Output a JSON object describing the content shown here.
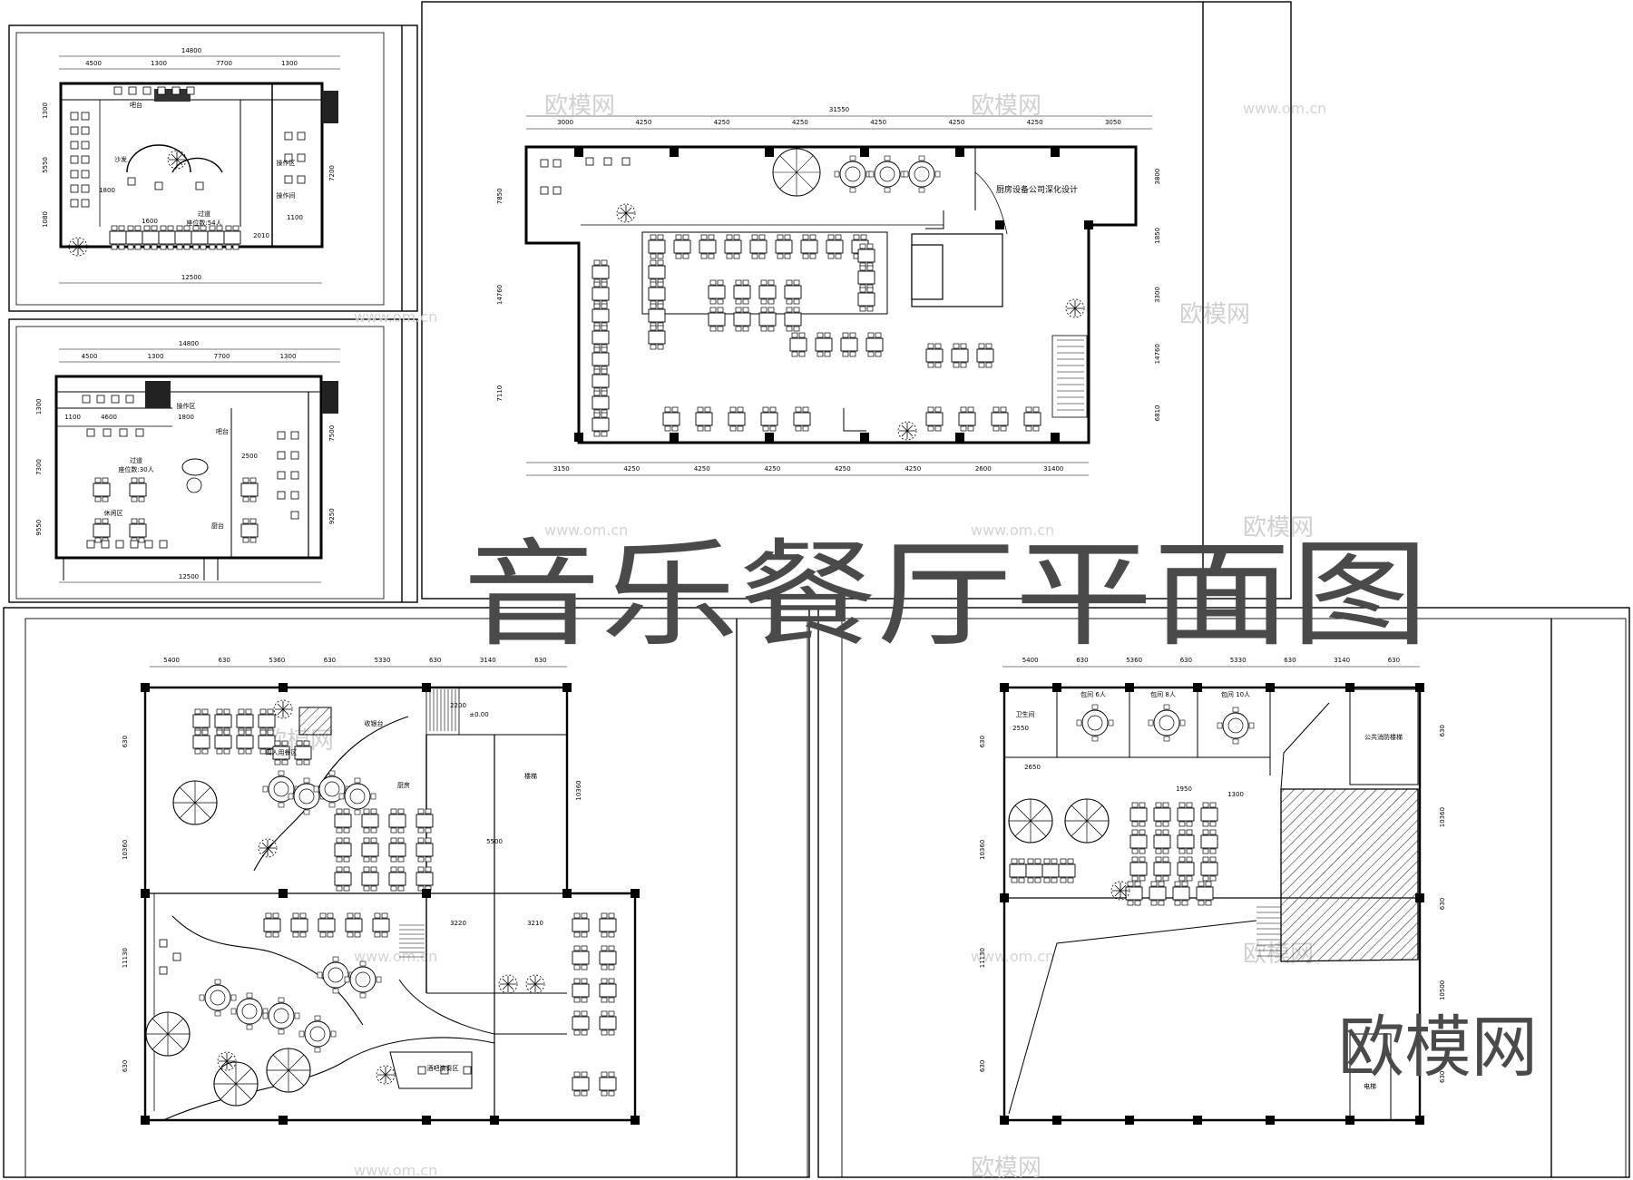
{
  "title": "音乐餐厅平面图",
  "logo_text": "欧模网",
  "watermark": {
    "brand": "欧模网",
    "url": "www.om.cn"
  },
  "sheet1": {
    "dims_top": [
      "14800",
      "4500",
      "1300",
      "7700",
      "1300"
    ],
    "dims_bottom": [
      "12500"
    ],
    "dims_left": [
      "1300",
      "5550",
      "1080"
    ],
    "dims_right": [
      "7200"
    ],
    "labels": [
      "吧台",
      "操作区",
      "沙发",
      "过道",
      "座位数:54人",
      "操作间",
      "1800",
      "1600",
      "1100",
      "2010"
    ]
  },
  "sheet2": {
    "dims_top": [
      "14800",
      "4500",
      "1300",
      "7700",
      "1300"
    ],
    "dims_bottom": [
      "12500"
    ],
    "dims_left": [
      "1300",
      "7300",
      "9550"
    ],
    "dims_right": [
      "7500",
      "9250"
    ],
    "labels": [
      "操作区",
      "吧台",
      "过道",
      "座位数:30人",
      "休闲区",
      "厨台",
      "4600",
      "1800",
      "1100",
      "2500"
    ]
  },
  "sheet3": {
    "dims_top": [
      "31550",
      "3000",
      "4250",
      "4250",
      "4250",
      "4250",
      "4250",
      "4250",
      "3050"
    ],
    "dims_bottom": [
      "3150",
      "4250",
      "4250",
      "4250",
      "4250",
      "4250",
      "2600",
      "31400"
    ],
    "dims_left": [
      "7850",
      "14760",
      "7110"
    ],
    "dims_right": [
      "3800",
      "1850",
      "3300",
      "14760",
      "6810"
    ],
    "kitchen_label": "厨房设备公司深化设计"
  },
  "sheet4": {
    "dims_top": [
      "5400",
      "630",
      "5360",
      "630",
      "5330",
      "630",
      "3140",
      "630"
    ],
    "dims_left": [
      "630",
      "10360",
      "11130",
      "630"
    ],
    "dims_right": [
      "10360"
    ],
    "labels": [
      "收银台",
      "四人用餐区",
      "楼梯",
      "厨房",
      "酒吧演奏区",
      "3220",
      "3210",
      "5500",
      "2200",
      "±0.00"
    ]
  },
  "sheet5": {
    "dims_top": [
      "5400",
      "630",
      "5360",
      "630",
      "5330",
      "630",
      "3140",
      "630"
    ],
    "dims_left": [
      "630",
      "10360",
      "11130",
      "630"
    ],
    "dims_right": [
      "630",
      "10360",
      "630",
      "10500",
      "630"
    ],
    "labels": [
      "卫生间",
      "包间 6人",
      "包间 8人",
      "包间 10人",
      "公共消防楼梯",
      "电梯",
      "2550",
      "2650",
      "1950",
      "1300"
    ]
  }
}
